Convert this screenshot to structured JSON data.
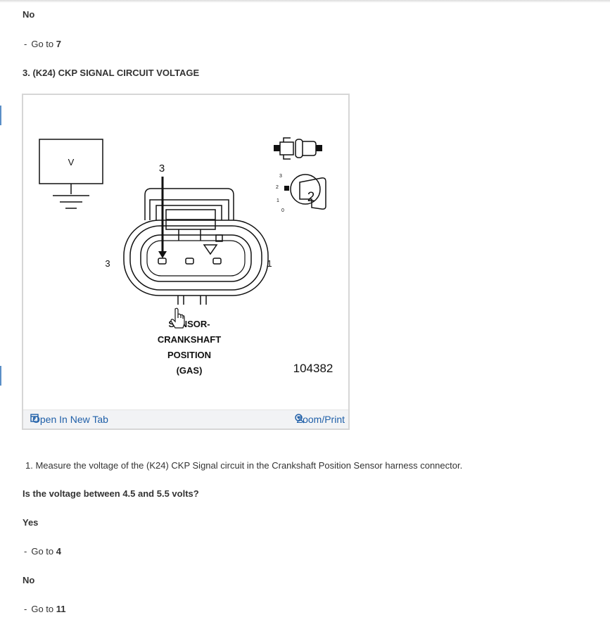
{
  "top": {
    "answer_no": "No",
    "goto_prefix": "Go to",
    "goto_num": "7"
  },
  "step": {
    "heading": "3. (K24) CKP SIGNAL CIRCUIT VOLTAGE"
  },
  "figure": {
    "meter_label": "V",
    "probe_pin_label": "3",
    "left_pin_label": "3",
    "right_pin_label": "1",
    "view_pin_labels": [
      "3",
      "2",
      "1",
      "0"
    ],
    "view_number": "2",
    "caption_line1": "SENSOR-",
    "caption_line2": "CRANKSHAFT",
    "caption_line3": "POSITION",
    "caption_line4": "(GAS)",
    "figure_number": "104382",
    "open_new_tab_label": "Open In New Tab",
    "zoom_print_label": "Zoom/Print",
    "icons": [
      "open-tab-icon",
      "zoom-icon",
      "hand-cursor-icon"
    ]
  },
  "instruction": "1. Measure the voltage of the (K24) CKP Signal circuit in the Crankshaft Position Sensor harness connector.",
  "question": "Is the voltage between 4.5 and 5.5 volts?",
  "yes": {
    "label": "Yes",
    "goto_prefix": "Go to",
    "goto_num": "4"
  },
  "no": {
    "label": "No",
    "goto_prefix": "Go to",
    "goto_num": "11"
  },
  "colors": {
    "link": "#1f5fa8",
    "text": "#333333",
    "accent": "#5b8fc7"
  }
}
